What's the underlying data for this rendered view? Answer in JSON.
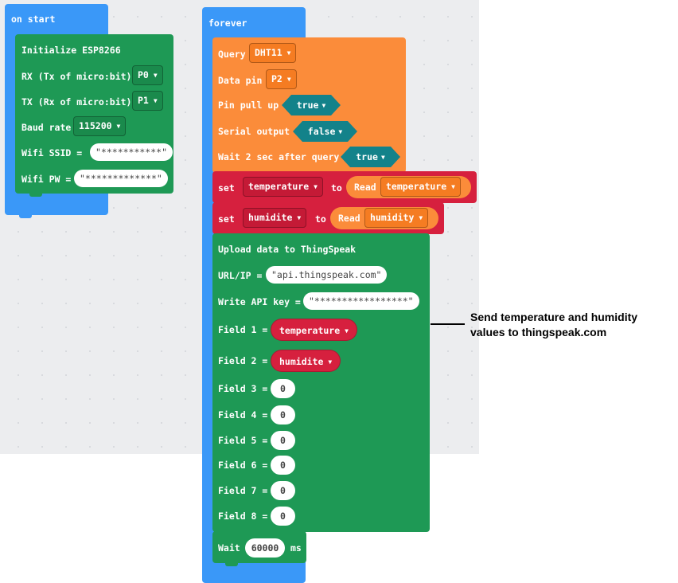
{
  "on_start": {
    "hat_label": "on start",
    "init_block": {
      "title": "Initialize ESP8266",
      "rx_label": "RX (Tx of micro:bit)",
      "rx_value": "P0",
      "tx_label": "TX (Rx of micro:bit)",
      "tx_value": "P1",
      "baud_label": "Baud rate",
      "baud_value": "115200",
      "ssid_label": "Wifi SSID =",
      "ssid_value": "\"***********\"",
      "pw_label": "Wifi PW =",
      "pw_value": "\"*************\""
    }
  },
  "forever": {
    "hat_label": "forever",
    "query_block": {
      "query_label": "Query",
      "query_value": "DHT11",
      "pin_label": "Data pin",
      "pin_value": "P2",
      "pullup_label": "Pin pull up",
      "pullup_value": "true",
      "serial_label": "Serial output",
      "serial_value": "false",
      "wait_label": "Wait 2 sec after query",
      "wait_value": "true"
    },
    "set_temperature": {
      "set_label": "set",
      "var_name": "temperature",
      "to_label": "to",
      "read_label": "Read",
      "read_value": "temperature"
    },
    "set_humidite": {
      "set_label": "set",
      "var_name": "humidite",
      "to_label": "to",
      "read_label": "Read",
      "read_value": "humidity"
    },
    "upload_block": {
      "title": "Upload data to ThingSpeak",
      "url_label": "URL/IP =",
      "url_value": "\"api.thingspeak.com\"",
      "key_label": "Write API key =",
      "key_value": "\"*****************\"",
      "fields": [
        {
          "label": "Field 1 =",
          "value": "temperature"
        },
        {
          "label": "Field 2 =",
          "value": "humidite"
        },
        {
          "label": "Field 3 =",
          "value": "0"
        },
        {
          "label": "Field 4 =",
          "value": "0"
        },
        {
          "label": "Field 5 =",
          "value": "0"
        },
        {
          "label": "Field 6 =",
          "value": "0"
        },
        {
          "label": "Field 7 =",
          "value": "0"
        },
        {
          "label": "Field 8 =",
          "value": "0"
        }
      ]
    },
    "wait_block": {
      "wait_label": "Wait",
      "wait_value": "60000",
      "unit_label": "ms"
    }
  },
  "annotation": {
    "line1": "Send temperature and humidity",
    "line2": "values to thingspeak.com"
  },
  "colors": {
    "hat_blue": "#3a98f8",
    "esp_green": "#1e9955",
    "dht_orange": "#fb8c3a",
    "variable_red": "#d6203e",
    "boolean_teal": "#13828a",
    "workspace_bg": "#ecedef"
  },
  "icons": {
    "dropdown": "caret-down-icon"
  }
}
